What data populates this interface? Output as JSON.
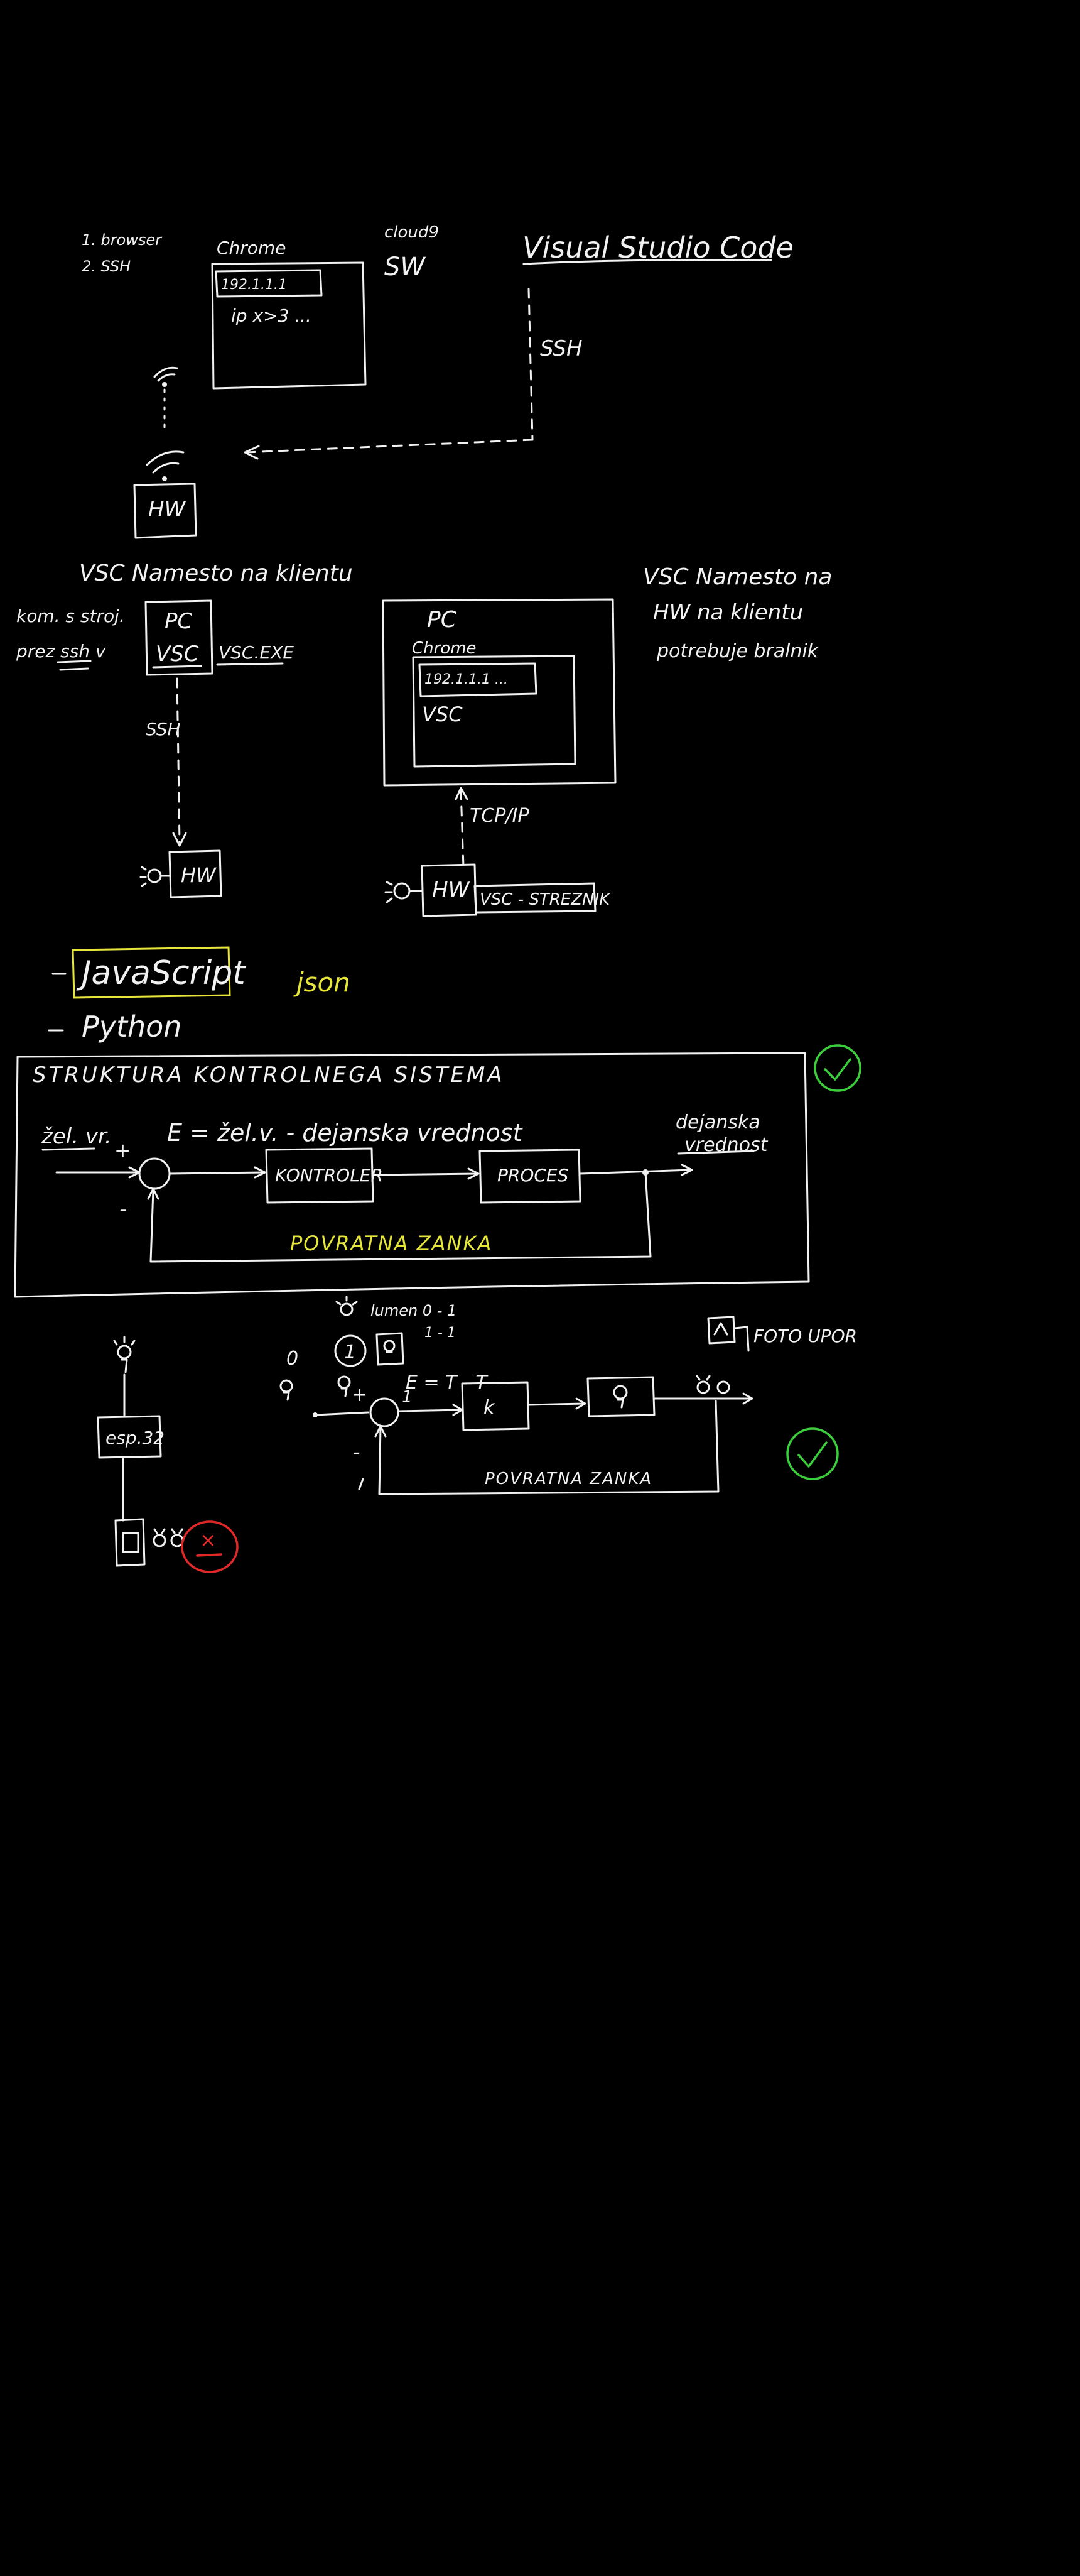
{
  "colors": {
    "background": "#000000",
    "ink": "#f2f2f2",
    "highlight": "#e6e63a",
    "ok": "#3ccf3c",
    "error": "#e02828"
  },
  "diagram1": {
    "steps": [
      "1. browser",
      "2. SSH"
    ],
    "chrome": "Chrome",
    "cloud": "cloud9",
    "sw": "SW",
    "ip": "192.1.1.1",
    "ip_cmd": "ip x>3 ...",
    "vscode": "Visual Studio Code",
    "ssh": "SSH",
    "hw": "HW"
  },
  "diagram2": {
    "title": "VSC Namesto na klientu",
    "side_note": [
      "kom. s stroj.",
      "prez ssh v"
    ],
    "pc": "PC",
    "vsc": "VSC",
    "vsc_exe": "VSC.EXE",
    "ssh": "SSH",
    "hw": "HW"
  },
  "diagram3": {
    "note": [
      "VSC Namesto na",
      "HW na klientu",
      "potrebuje bralnik"
    ],
    "pc": "PC",
    "chrome": "Chrome",
    "ip": "192.1.1.1 ...",
    "vsc": "VSC",
    "tcp": "TCP/IP",
    "hw": "HW",
    "server": "VSC - STREZNIK"
  },
  "languages": {
    "items": [
      "JavaScript",
      "Python"
    ],
    "json": "json"
  },
  "control_loop": {
    "title": "STRUKTURA KONTROLNEGA SISTEMA",
    "setpoint": "žel. vr.",
    "plus": "+",
    "minus": "-",
    "error_eq": "E = žel.v. - dejanska vrednost",
    "controller": "KONTROLER",
    "process": "PROCES",
    "output": [
      "dejanska",
      "vrednost"
    ],
    "feedback": "POVRATNA ZANKA"
  },
  "esp_example": {
    "light_range": "lumen 0 - 1",
    "range_sub": "1 - 1",
    "zero": "0",
    "one": "1",
    "plus": "+",
    "minus": "-",
    "error_eq": "E = T - T",
    "k_block": "k",
    "feedback": "POVRATNA ZANKA",
    "photo": "FOTO UPOR",
    "esp": "esp.32",
    "x": "×"
  }
}
